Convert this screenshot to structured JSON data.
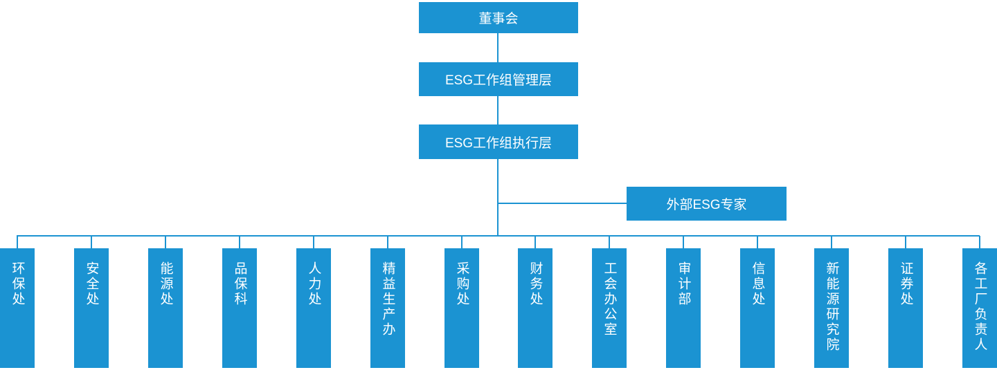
{
  "colors": {
    "box_fill": "#1B93D2",
    "connector": "#1B93D2",
    "text": "#FFFFFF",
    "background": "#FFFFFF"
  },
  "org_chart": {
    "type": "organization-chart",
    "root": {
      "label": "董事会"
    },
    "level2": {
      "label": "ESG工作组管理层"
    },
    "level3": {
      "label": "ESG工作组执行层"
    },
    "advisor": {
      "label": "外部ESG专家"
    },
    "departments": [
      {
        "label": "环保处"
      },
      {
        "label": "安全处"
      },
      {
        "label": "能源处"
      },
      {
        "label": "品保科"
      },
      {
        "label": "人力处"
      },
      {
        "label": "精益生产办"
      },
      {
        "label": "采购处"
      },
      {
        "label": "财务处"
      },
      {
        "label": "工会办公室"
      },
      {
        "label": "审计部"
      },
      {
        "label": "信息处"
      },
      {
        "label": "新能源研究院"
      },
      {
        "label": "证券处"
      },
      {
        "label": "各工厂负责人"
      }
    ]
  }
}
